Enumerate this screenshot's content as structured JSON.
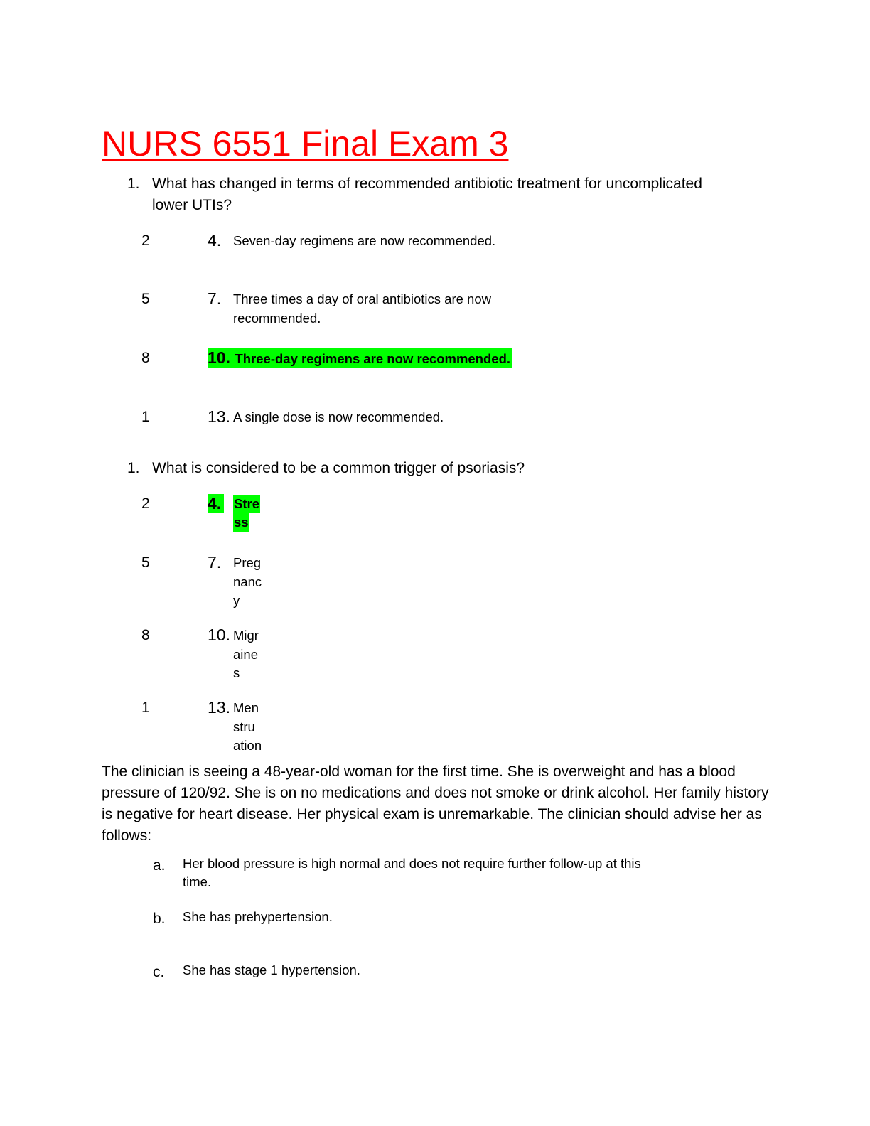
{
  "document": {
    "title": "NURS 6551 Final Exam 3",
    "title_color": "#ff0000",
    "highlight_color": "#00ff00"
  },
  "questions": [
    {
      "number": "1.",
      "text_line1": "What has changed in terms of recommended antibiotic treatment for uncomplicated",
      "text_line2": "lower UTIs?",
      "options": [
        {
          "stub": "2",
          "number": "4.",
          "text": "Seven-day regimens are now recommended.",
          "correct": false
        },
        {
          "stub": "5",
          "number": "7.",
          "text_line1": "Three times a day of oral antibiotics are now",
          "text_line2": "recommended.",
          "correct": false
        },
        {
          "stub": "8",
          "number": "10.",
          "text": "Three-day regimens are now recommended.",
          "correct": true
        },
        {
          "stub": "1",
          "number": "13.",
          "text": "A single dose is now recommended.",
          "correct": false
        }
      ]
    },
    {
      "number": "1.",
      "text": "What is considered to be a common trigger of psoriasis?",
      "options": [
        {
          "stub": "2",
          "number": "4.",
          "lines": [
            "Stre",
            "ss"
          ],
          "correct": true
        },
        {
          "stub": "5",
          "number": "7.",
          "lines": [
            "Preg",
            "nanc",
            "y"
          ],
          "correct": false
        },
        {
          "stub": "8",
          "number": "10.",
          "lines": [
            "Migr",
            "aine",
            "s"
          ],
          "correct": false
        },
        {
          "stub": "1",
          "number": "13.",
          "lines": [
            "Men",
            "stru",
            "ation"
          ],
          "correct": false
        }
      ]
    }
  ],
  "case": {
    "paragraph": "The clinician is seeing a 48-year-old woman for the first time. She is overweight and has a blood pressure of 120/92. She is on no medications and does not smoke or drink alcohol. Her family history is negative for heart disease. Her physical exam is unremarkable. The clinician should advise her as follows:",
    "options": [
      {
        "letter": "a.",
        "text_line1": "Her blood pressure is high normal and does not require further follow-up at this",
        "text_line2": "time."
      },
      {
        "letter": "b.",
        "text": "She has prehypertension."
      },
      {
        "letter": "c.",
        "text": "She has stage 1 hypertension."
      }
    ]
  }
}
